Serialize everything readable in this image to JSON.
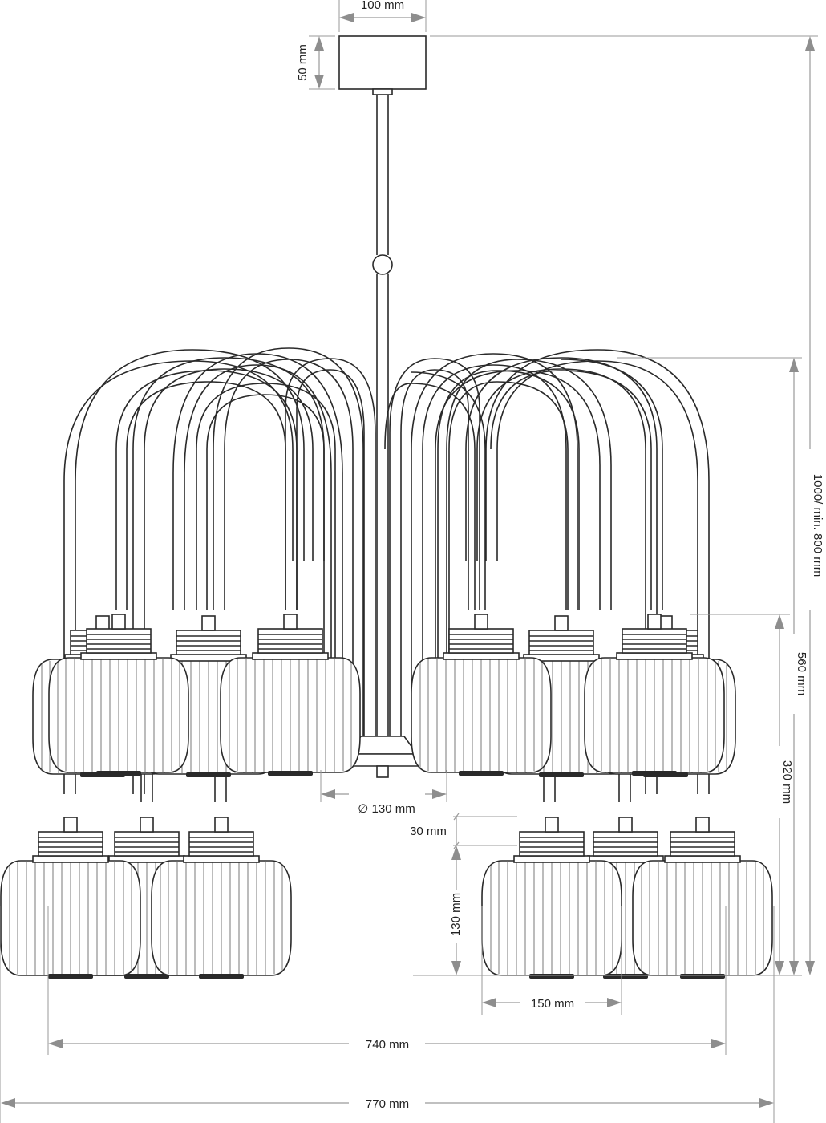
{
  "dimensions": {
    "canopy_width": "100 mm",
    "canopy_height": "50 mm",
    "total_height": "1000/ min. 800 mm",
    "height_560": "560 mm",
    "height_320": "320 mm",
    "hub_diameter": "∅ 130 mm",
    "cap_height": "30 mm",
    "shade_height": "130 mm",
    "shade_width": "150 mm",
    "width_740": "740 mm",
    "width_770": "770 mm"
  },
  "colors": {
    "ink": "#2a2a2a",
    "dimension_line": "#9a9a9a",
    "background": "#ffffff"
  }
}
